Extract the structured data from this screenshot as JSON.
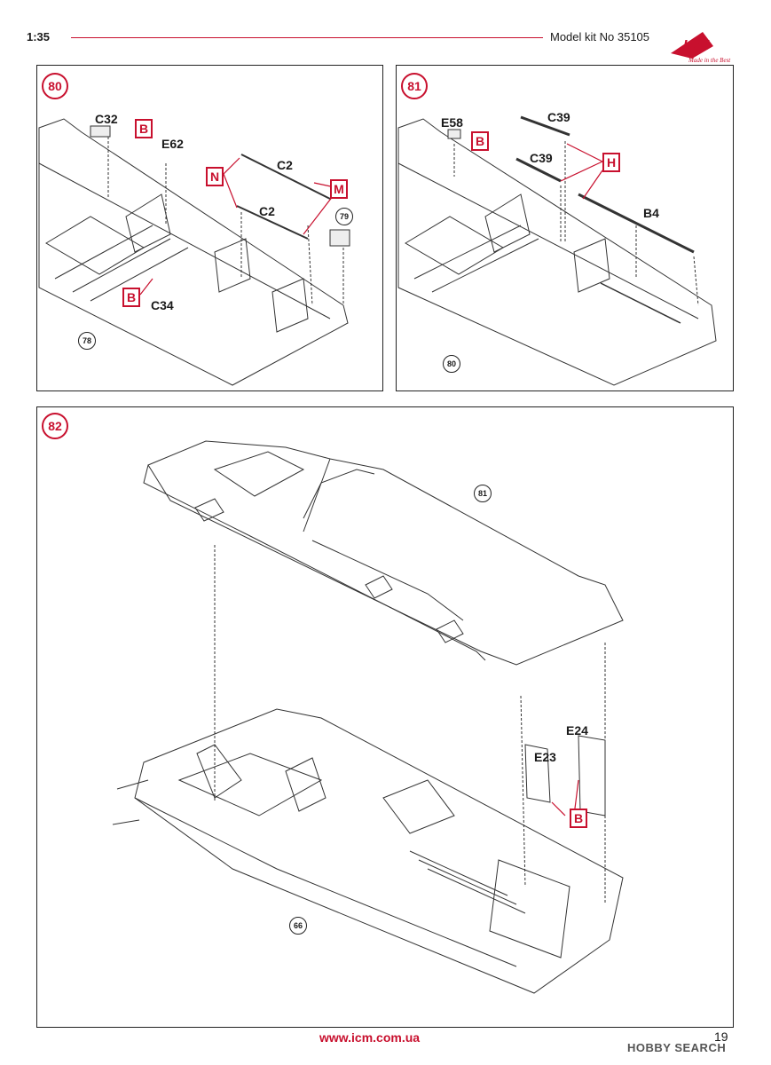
{
  "header": {
    "scale": "1:35",
    "kit": "Model kit No 35105",
    "logo_text": "ICM",
    "logo_tagline": "Made in the Best"
  },
  "step80": {
    "number": "80",
    "labels": [
      "C32",
      "E62",
      "C2",
      "C2",
      "C34"
    ],
    "boxes": [
      "B",
      "N",
      "M",
      "B"
    ],
    "refs": [
      "79",
      "78"
    ]
  },
  "step81": {
    "number": "81",
    "labels": [
      "E58",
      "C39",
      "C39",
      "B4"
    ],
    "boxes": [
      "B",
      "H"
    ],
    "refs": [
      "80"
    ]
  },
  "step82": {
    "number": "82",
    "labels": [
      "E24",
      "E23"
    ],
    "boxes": [
      "B"
    ],
    "refs": [
      "81",
      "66"
    ]
  },
  "footer": {
    "url": "www.icm.com.ua",
    "page": "19",
    "watermark": "HOBBY SEARCH"
  },
  "colors": {
    "accent": "#c8102e",
    "line": "#222222"
  }
}
